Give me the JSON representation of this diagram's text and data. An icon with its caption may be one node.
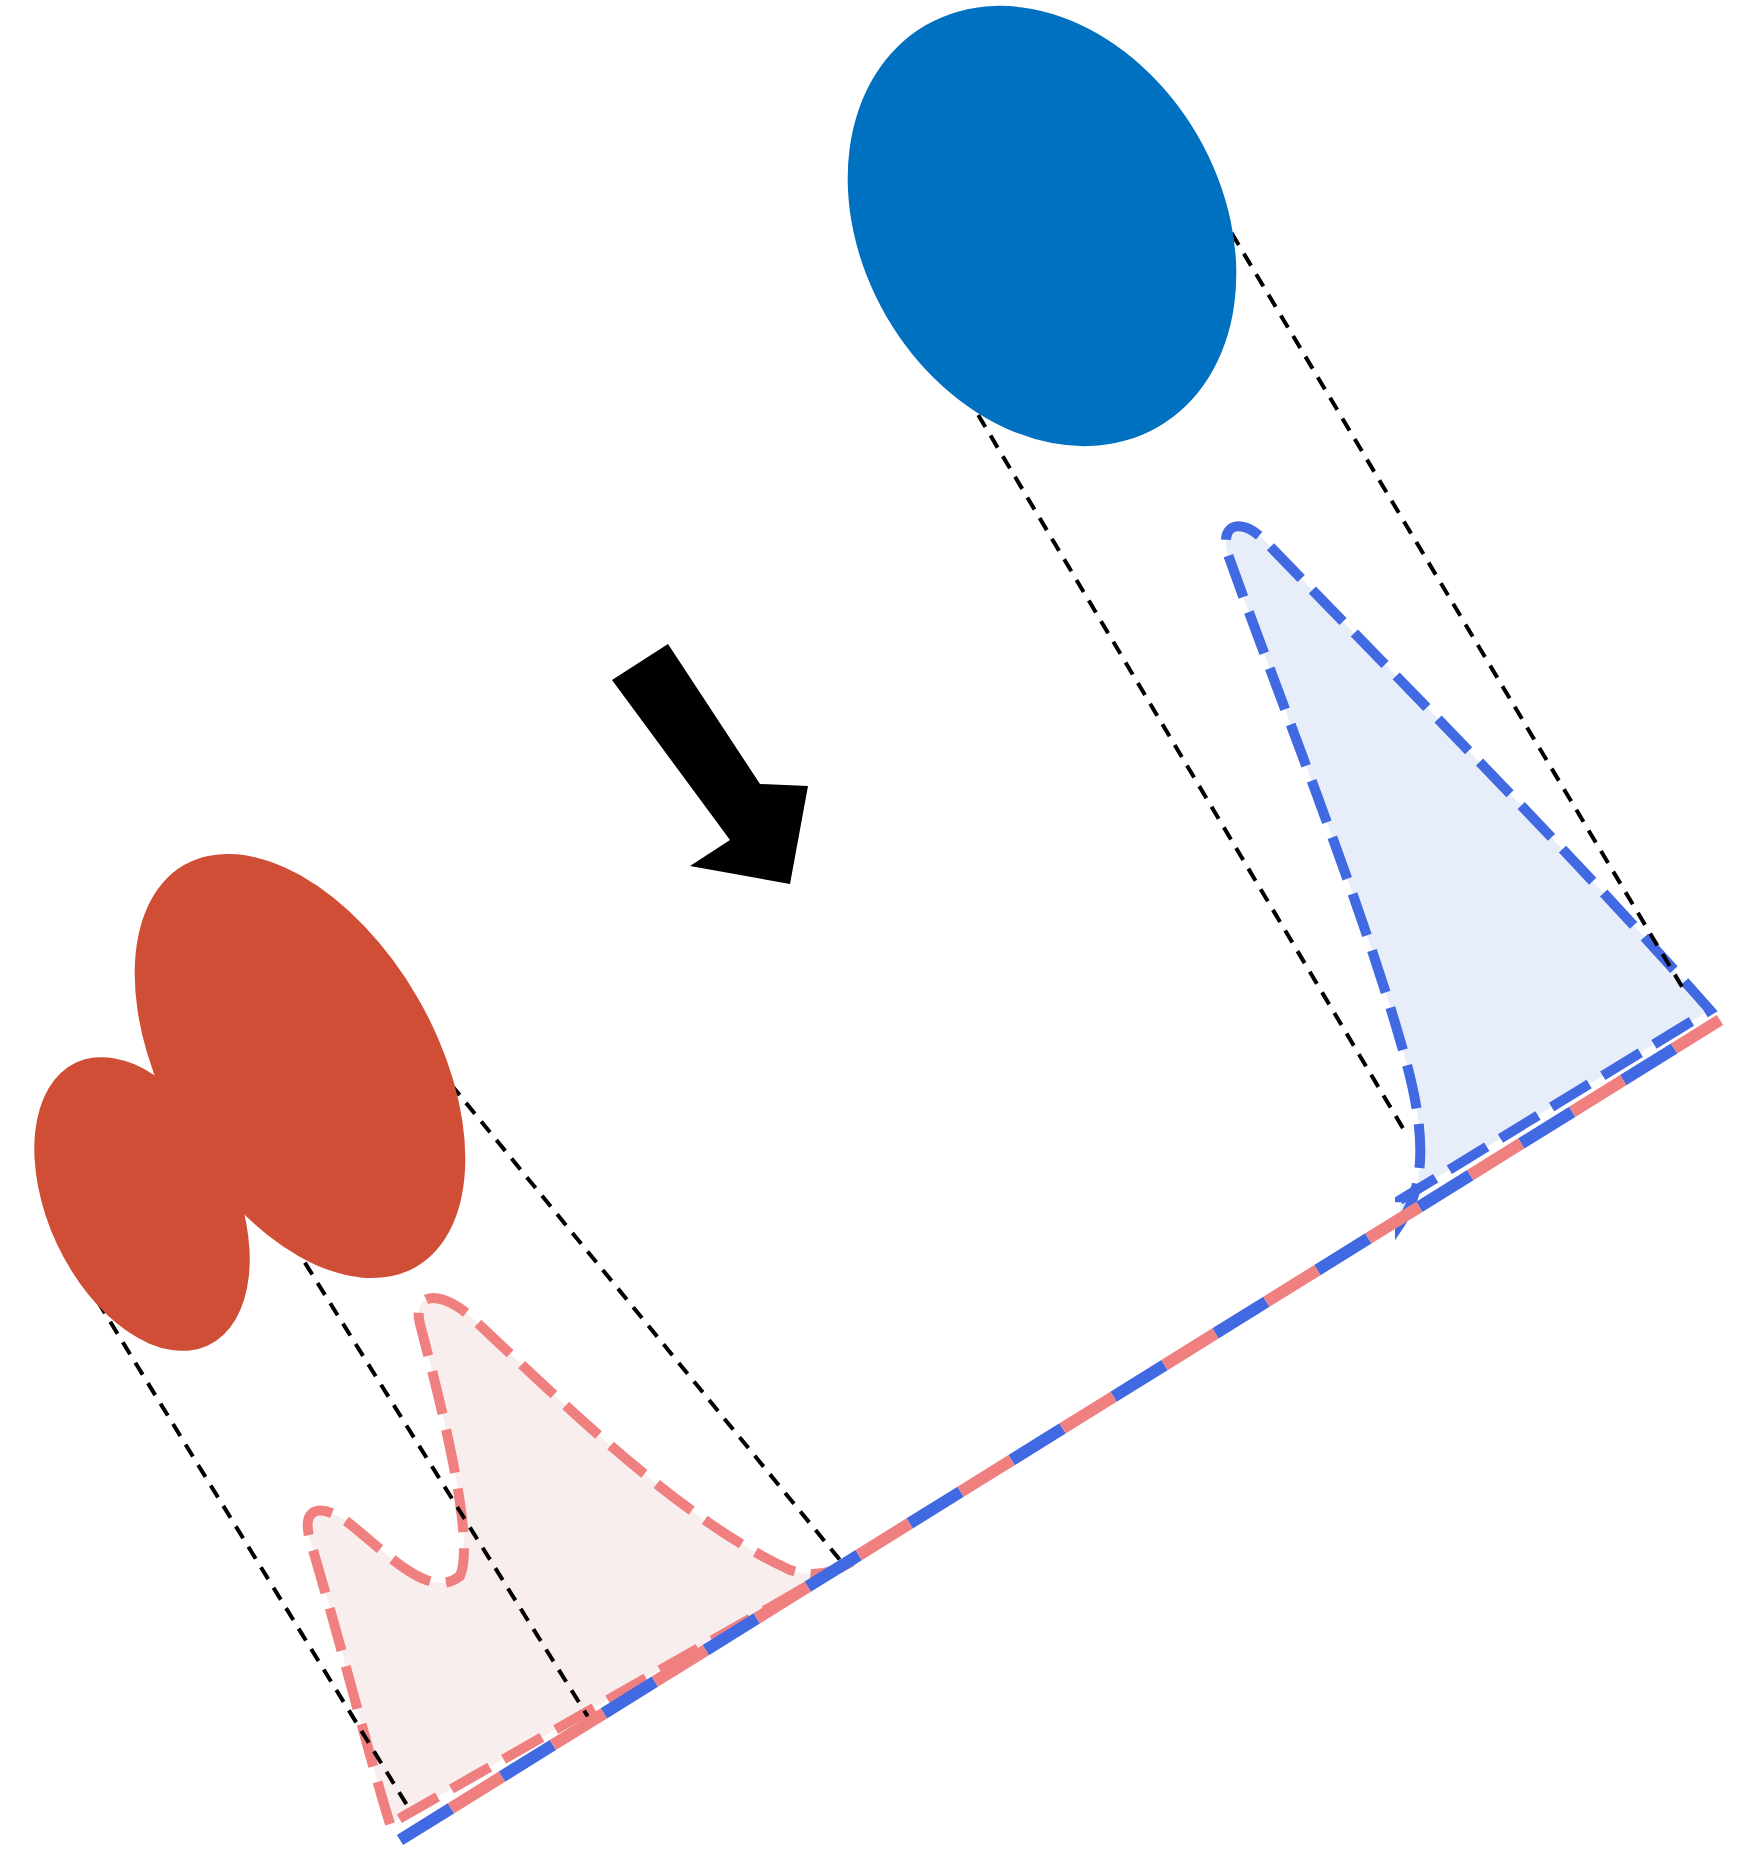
{
  "diagram": {
    "nodes": [
      {
        "text": [],
        "shape": "ellipse"
      },
      {
        "text": [],
        "shape": "curve"
      },
      {
        "text": [],
        "shape": "ellipse"
      },
      {
        "text": [],
        "shape": "ellipse"
      },
      {
        "text": [],
        "shape": "curve"
      }
    ],
    "edges": [
      {
        "from": 0,
        "to": 1,
        "arrow": "none",
        "style": "dashed"
      },
      {
        "from": 0,
        "to": 1,
        "arrow": "none",
        "style": "dashed"
      },
      {
        "from": 2,
        "to": 4,
        "arrow": "none",
        "style": "dashed"
      },
      {
        "from": 2,
        "to": 4,
        "arrow": "none",
        "style": "dashed"
      },
      {
        "from": 3,
        "to": 4,
        "arrow": "none",
        "style": "dashed"
      }
    ]
  }
}
